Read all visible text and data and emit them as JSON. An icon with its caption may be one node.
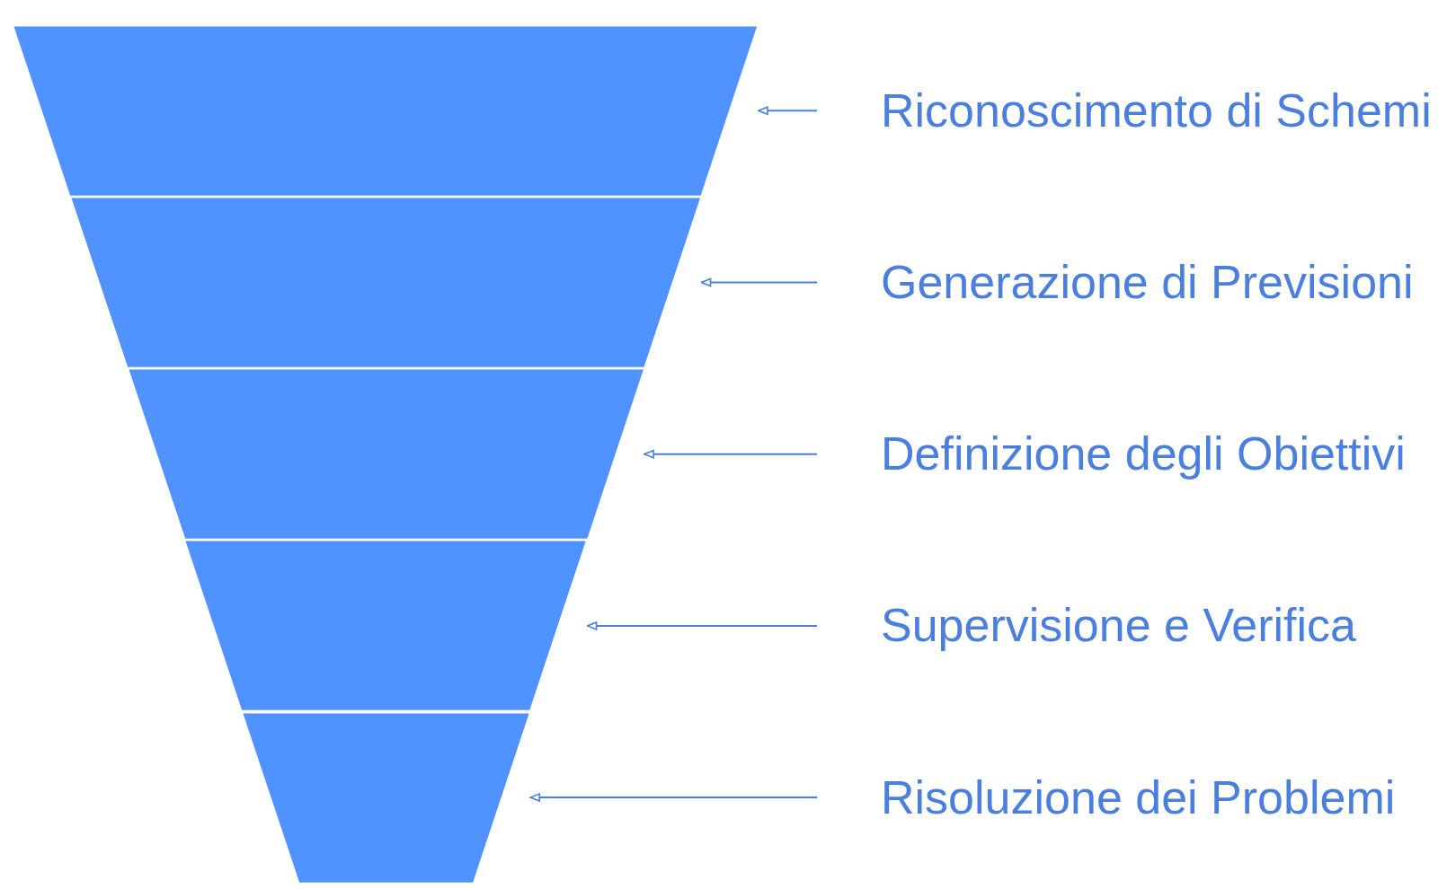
{
  "diagram": {
    "nodes": [
      {
        "text": [],
        "shape": "trapezoid"
      },
      {
        "text": [],
        "shape": "trapezoid"
      },
      {
        "text": [],
        "shape": "trapezoid"
      },
      {
        "text": [],
        "shape": "trapezoid"
      },
      {
        "text": [],
        "shape": "trapezoid"
      },
      {
        "text": [
          "Riconoscimento di Schemi"
        ]
      },
      {
        "text": [
          "Generazione di Previsioni"
        ]
      },
      {
        "text": [
          "Definizione degli Obiettivi"
        ]
      },
      {
        "text": [
          "Supervisione e Verifica"
        ]
      },
      {
        "text": [
          "Risoluzione dei Problemi"
        ]
      }
    ],
    "edges": [
      {
        "from": 5,
        "to": 0,
        "arrow": "to"
      },
      {
        "from": 6,
        "to": 1,
        "arrow": "to"
      },
      {
        "from": 7,
        "to": 2,
        "arrow": "to"
      },
      {
        "from": 8,
        "to": 3,
        "arrow": "to"
      },
      {
        "from": 9,
        "to": 4,
        "arrow": "to"
      }
    ]
  }
}
